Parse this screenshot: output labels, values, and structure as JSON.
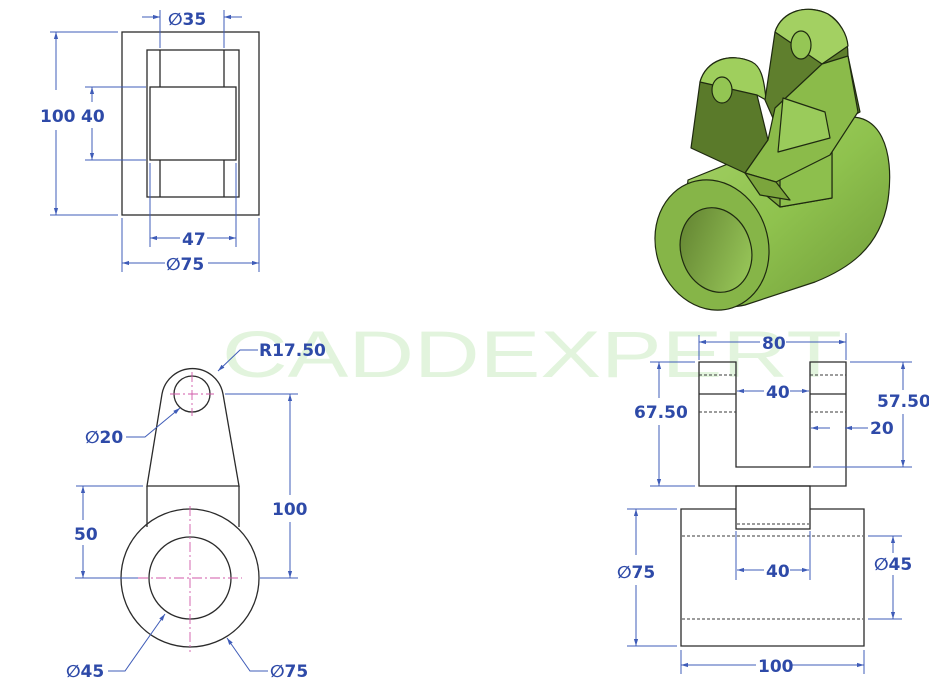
{
  "watermark": "CADDEXPERT",
  "colors": {
    "dimension": "#3f5cb8",
    "dimension_text": "#2e4aa8",
    "object_line": "#2b2b2b",
    "center_line": "#d05aa8",
    "iso_face_light": "#9ccc5a",
    "iso_face_dark": "#5f7f30",
    "watermark": "#7fcf6a"
  },
  "views": {
    "top": {
      "dims": {
        "bore_dia": "∅35",
        "height": "100",
        "boss_height": "40",
        "boss_width": "47",
        "outer_dia": "∅75"
      }
    },
    "front": {
      "dims": {
        "lug_radius": "R17.50",
        "hole_dia": "∅20",
        "center_distance": "100",
        "neck_height": "50",
        "inner_dia": "∅45",
        "outer_dia": "∅75"
      }
    },
    "side": {
      "dims": {
        "overall_width": "80",
        "slot_width": "40",
        "clevis_height": "67.50",
        "slot_depth": "57.50",
        "lug_thickness": "20",
        "neck_width": "40",
        "cylinder_dia": "∅75",
        "bore_dia": "∅45",
        "cylinder_length": "100"
      }
    },
    "isometric": {
      "label": "isometric-3d-model"
    }
  }
}
